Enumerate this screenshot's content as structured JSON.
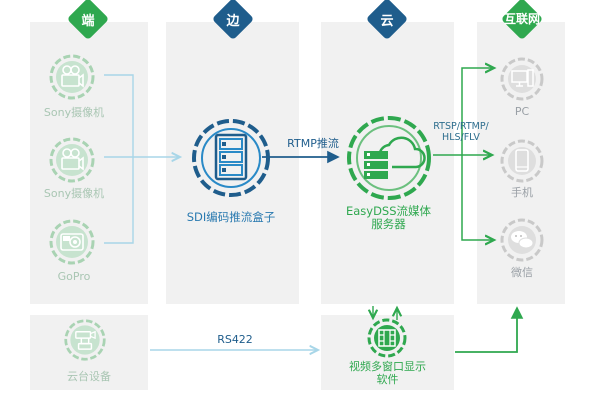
{
  "columns": {
    "edge_device": "端",
    "edge": "边",
    "cloud": "云",
    "internet": "互联网"
  },
  "devices": {
    "camera1": "Sony摄像机",
    "camera2": "Sony摄像机",
    "gopro": "GoPro",
    "ptz": "云台设备"
  },
  "edge_box": "SDI编码推流盒子",
  "server": [
    "EasyDSS流媒体",
    "服务器"
  ],
  "display_software": [
    "视频多窗口显示",
    "软件"
  ],
  "clients": {
    "pc": "PC",
    "phone": "手机",
    "wechat": "微信"
  },
  "links": {
    "rtmp": "RTMP推流",
    "rtsp": [
      "RTSP/RTMP/",
      "HLS/FLV"
    ],
    "rs422": "RS422"
  },
  "colors": {
    "green": "#2fa84f",
    "navy": "#1f5d8c",
    "blue": "#2a8ac7",
    "light_green": "#b9dcc3",
    "panel": "#f1f1f1"
  }
}
